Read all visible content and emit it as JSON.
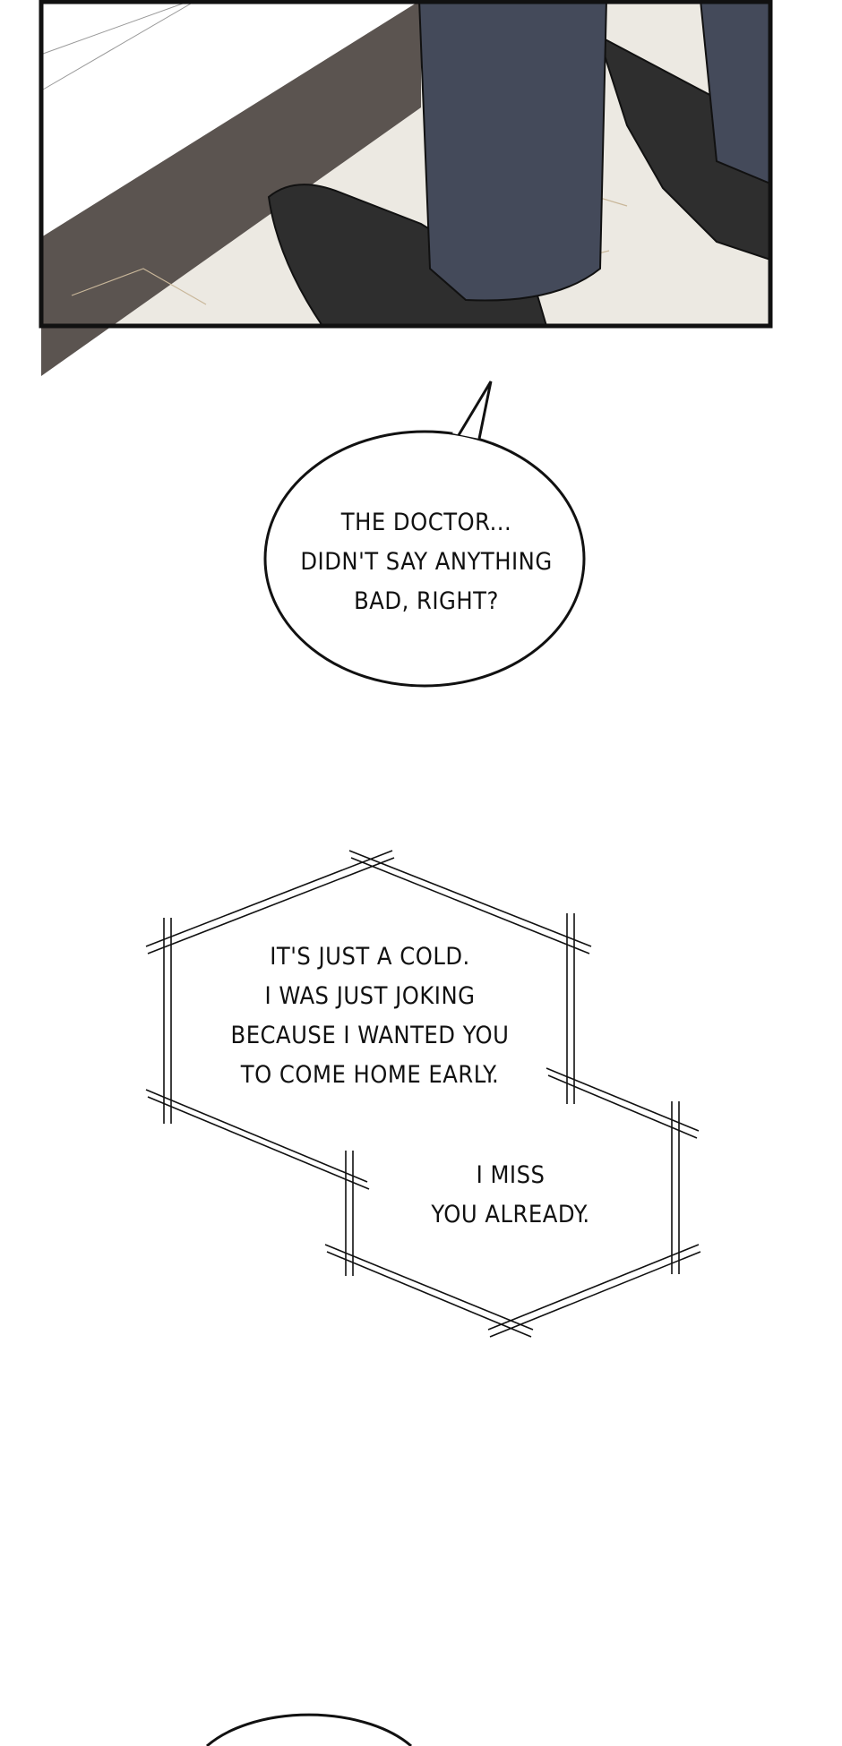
{
  "bubble_speech": {
    "lines": [
      "THE DOCTOR...",
      "DIDN'T SAY ANYTHING",
      "BAD, RIGHT?"
    ]
  },
  "box_thought_1": {
    "lines": [
      "IT'S JUST A COLD.",
      "I WAS JUST JOKING",
      "BECAUSE I WANTED YOU",
      "TO COME HOME EARLY."
    ]
  },
  "box_thought_2": {
    "lines": [
      "I MISS",
      "YOU ALREADY."
    ]
  },
  "colors": {
    "trousers": "#444a5a",
    "shoes": "#2e2e2e",
    "marble": "#ece9e2",
    "baseboard": "#5b5450"
  }
}
